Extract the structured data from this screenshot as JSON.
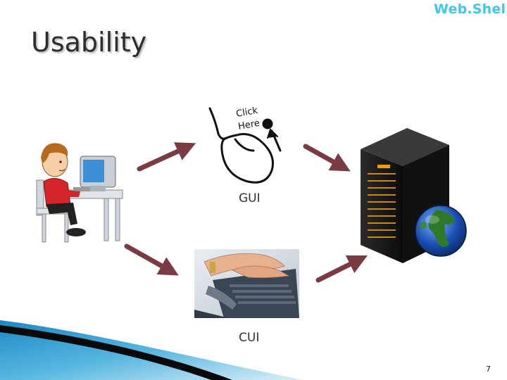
{
  "header": {
    "brand": "Web.Shell"
  },
  "slide": {
    "title": "Usability",
    "gui_label": "GUI",
    "cui_label": "CUI",
    "page_number": "7"
  },
  "mouse_graphic": {
    "text_line1": "Click",
    "text_line2": "Here"
  },
  "colors": {
    "arrow": "#7a3b42",
    "brand": "#3ec7ef",
    "accent_wave": "#1c8ec9"
  },
  "icons": [
    "person-at-computer-icon",
    "mouse-click-icon",
    "keyboard-typing-image",
    "server-tower-icon",
    "globe-icon"
  ]
}
